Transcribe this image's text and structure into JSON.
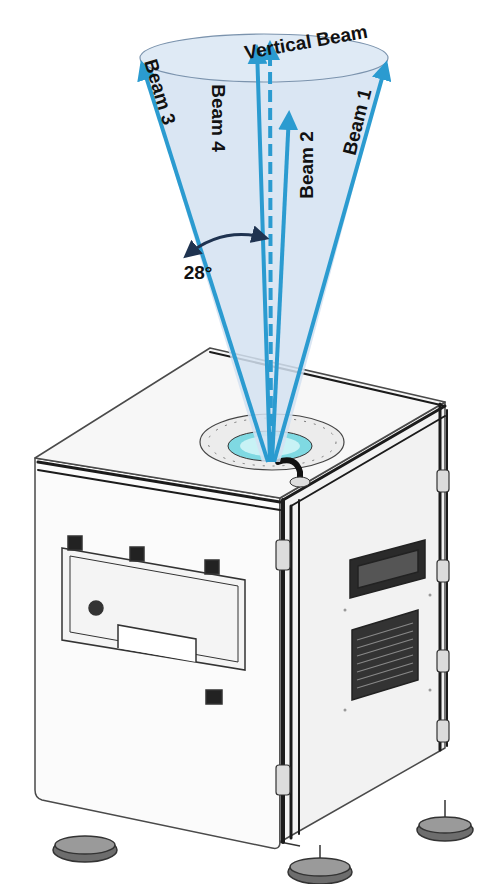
{
  "diagram": {
    "labels": [
      "Vertical Beam",
      "Beam 4",
      "Beam 2",
      "Beam 1",
      "Beam 3",
      "28°"
    ]
  }
}
